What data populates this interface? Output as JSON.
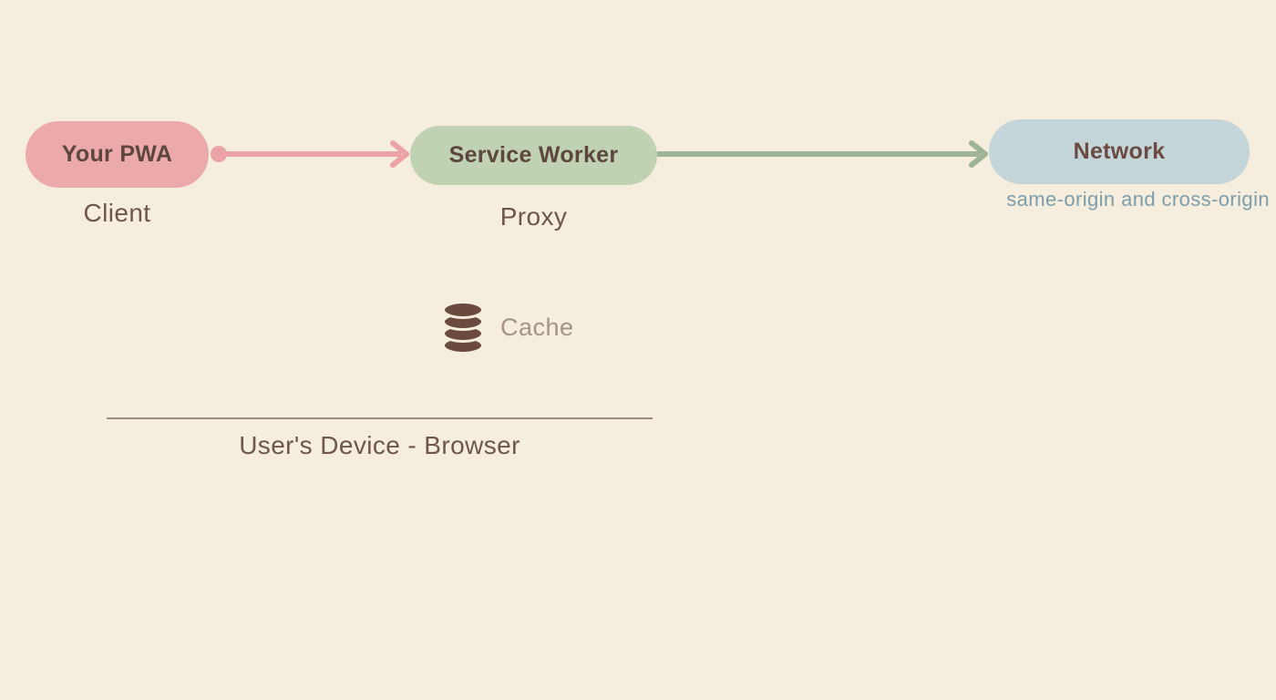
{
  "background": "#F5EDDD",
  "nodes": {
    "pwa": {
      "label": "Your PWA",
      "sublabel": "Client",
      "fill": "#ECA9AA",
      "text_color": "#5C463D",
      "sublabel_color": "#6F564C"
    },
    "service_worker": {
      "label": "Service Worker",
      "sublabel": "Proxy",
      "fill": "#C0D2B2",
      "text_color": "#5C463D",
      "sublabel_color": "#6F564C"
    },
    "network": {
      "label": "Network",
      "sublabel": "same-origin and cross-origin",
      "fill": "#C3D5D9",
      "text_color": "#6B4A41",
      "sublabel_color": "#7E9DAB"
    }
  },
  "arrows": {
    "pwa_to_sw": {
      "color": "#ECA3A6",
      "from": "Your PWA",
      "to": "Service Worker"
    },
    "sw_to_network": {
      "color": "#9FB494",
      "from": "Service Worker",
      "to": "Network"
    }
  },
  "cache": {
    "label": "Cache",
    "icon": "database-icon",
    "icon_color": "#6B4A3E",
    "label_color": "#A39488"
  },
  "device_boundary": {
    "label": "User's Device - Browser",
    "line_color": "#A08C82",
    "label_color": "#6F564C"
  }
}
